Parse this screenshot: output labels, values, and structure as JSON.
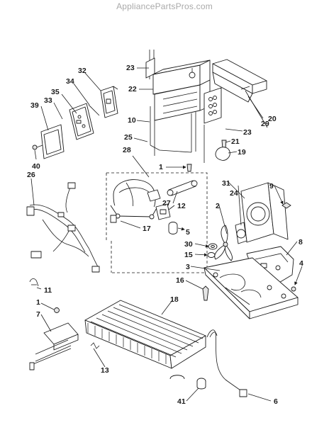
{
  "watermark": "AppliancePartsPros.com",
  "callouts": {
    "c1a": "1",
    "c1b": "1",
    "c2": "2",
    "c3": "3",
    "c4": "4",
    "c5": "5",
    "c6": "6",
    "c7": "7",
    "c8": "8",
    "c9": "9",
    "c10": "10",
    "c11": "11",
    "c12": "12",
    "c13": "13",
    "c15": "15",
    "c16": "16",
    "c17": "17",
    "c18": "18",
    "c19": "19",
    "c20": "20",
    "c21": "21",
    "c22": "22",
    "c23a": "23",
    "c23b": "23",
    "c24": "24",
    "c25": "25",
    "c26": "26",
    "c27": "27",
    "c28": "28",
    "c29": "29",
    "c30": "30",
    "c31": "31",
    "c32": "32",
    "c33": "33",
    "c34": "34",
    "c35": "35",
    "c39": "39",
    "c40": "40",
    "c41": "41"
  }
}
